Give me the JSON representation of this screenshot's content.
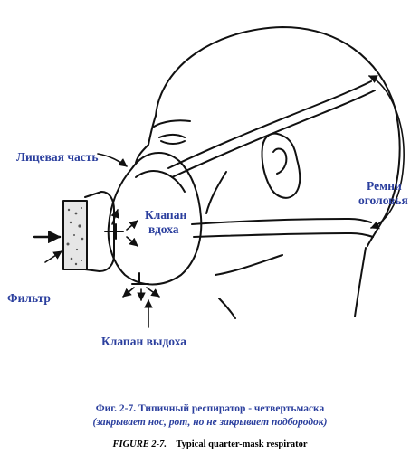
{
  "colors": {
    "line": "#111111",
    "label_blue": "#2b3f9e",
    "caption_blue": "#2b3f9e",
    "caption_english": "#000000",
    "filter_fill": "#e6e6e6"
  },
  "labels": {
    "face_piece": "Лицевая часть",
    "inhalation_valve_1": "Клапан",
    "inhalation_valve_2": "вдоха",
    "head_straps_1": "Ремни",
    "head_straps_2": "оголовья",
    "filter": "Фильтр",
    "exhalation_valve": "Клапан выдоха"
  },
  "caption": {
    "russian_line1": "Фиг. 2-7. Типичный респиратор - четвертьмаска",
    "russian_line2": "(закрывает нос, рот, но не закрывает подбородок)",
    "english_figure": "FIGURE 2-7.",
    "english_title": "Typical quarter-mask respirator"
  }
}
